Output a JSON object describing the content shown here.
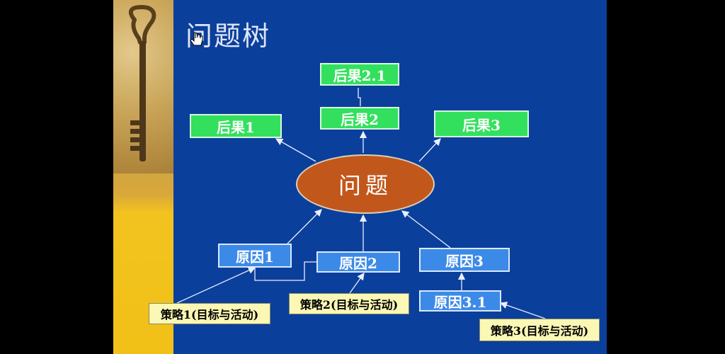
{
  "slide": {
    "title": "问题树",
    "problem": "问题",
    "consequences": {
      "c1": "后果1",
      "c2": "后果2",
      "c21": "后果2.1",
      "c3": "后果3"
    },
    "causes": {
      "r1": "原因1",
      "r2": "原因2",
      "r3": "原因3",
      "r31": "原因3.1"
    },
    "strategies": {
      "s1": "策略1(目标与活动)",
      "s2": "策略2(目标与活动)",
      "s3": "策略3(目标与活动)"
    }
  },
  "colors": {
    "background": "#0b3f9c",
    "consequence_box": "#33e05d",
    "cause_box": "#3c8ae8",
    "problem_ellipse": "#c2571c",
    "strategy_box": "#fbf7b4"
  },
  "icons": [
    "key-image",
    "pointer-cursor-icon"
  ]
}
